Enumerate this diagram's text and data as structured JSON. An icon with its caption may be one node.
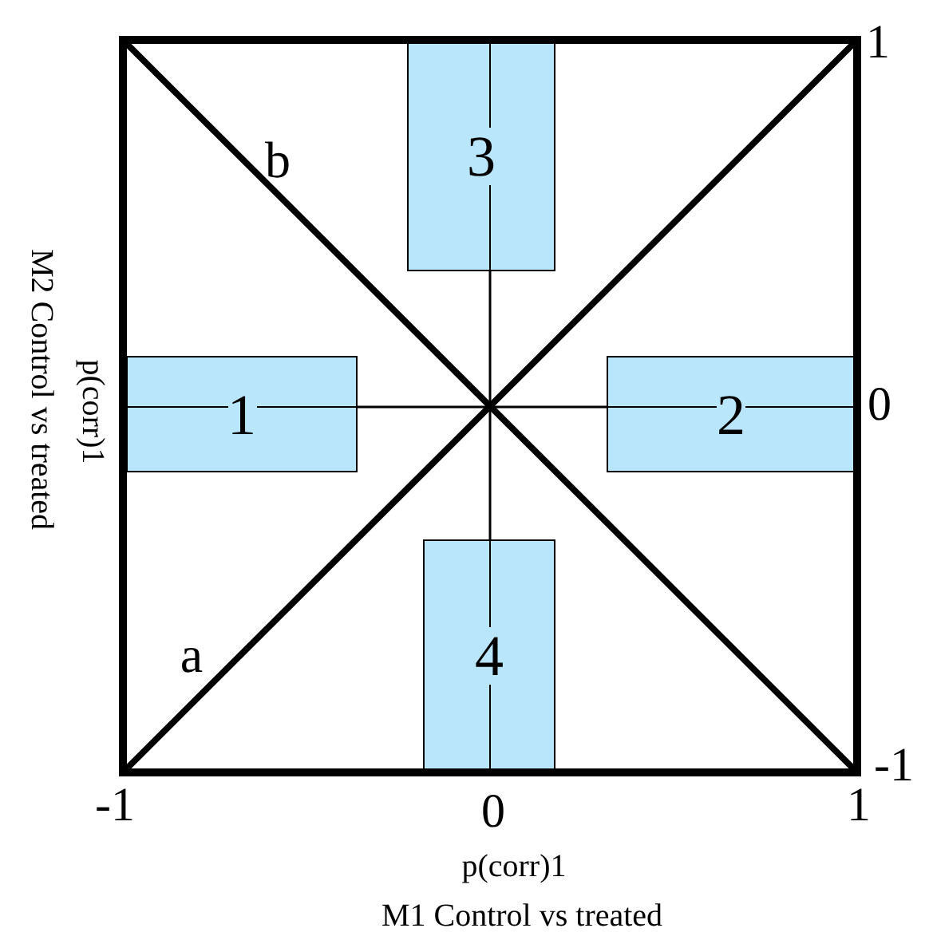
{
  "diagram": {
    "nodes": [
      {
        "text": [
          "1"
        ]
      },
      {
        "text": [
          "2"
        ]
      },
      {
        "text": [
          "3"
        ]
      },
      {
        "text": [
          "4"
        ]
      }
    ],
    "labels": [
      "1",
      "b",
      "0",
      "p(corr)1",
      "M2 Control vs treated",
      "a",
      "-1",
      "-1",
      "0",
      "1",
      "p(corr)1",
      "M1 Control vs treated"
    ]
  }
}
